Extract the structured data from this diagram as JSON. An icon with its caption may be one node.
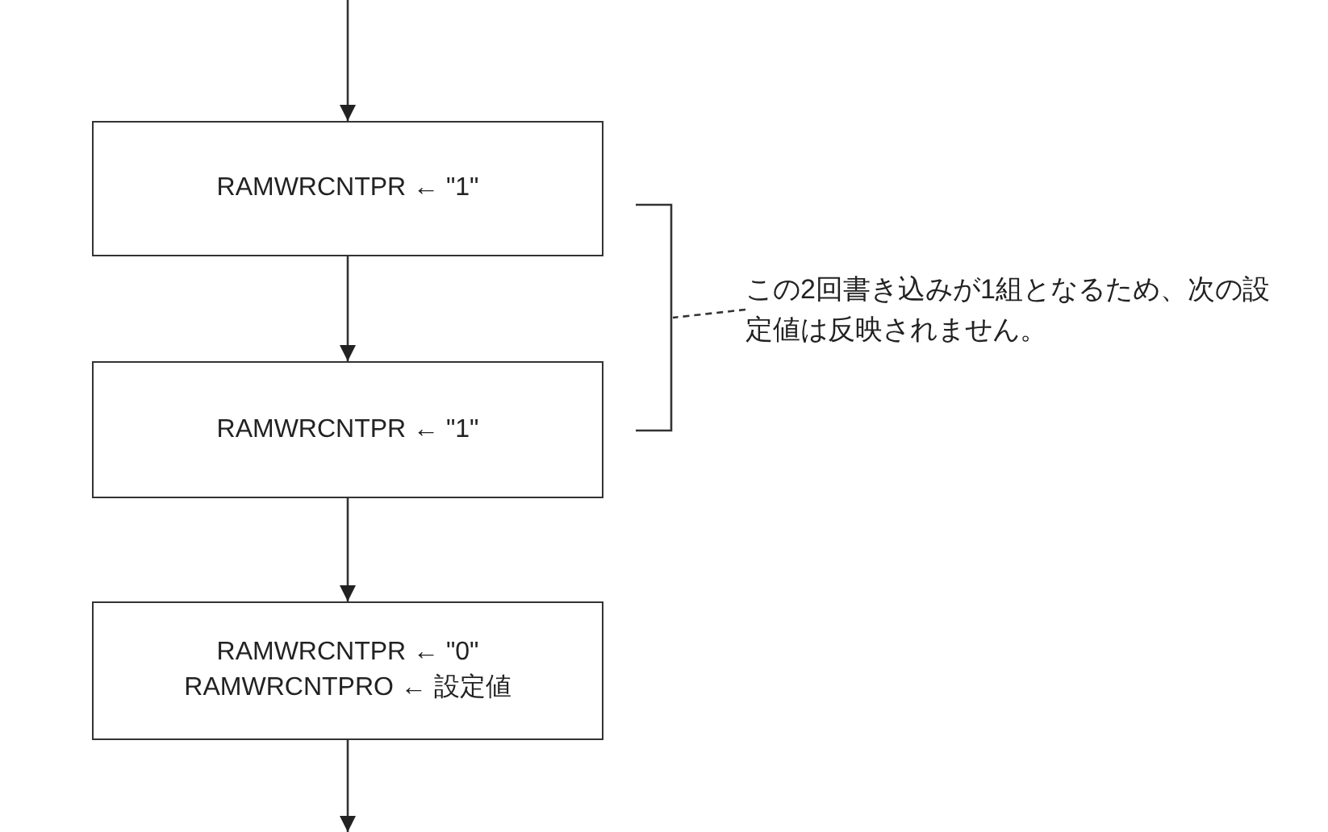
{
  "diagram": {
    "nodes": [
      {
        "text": [
          "RAMWRCNTPR ← \"1\""
        ]
      },
      {
        "text": [
          "RAMWRCNTPR ← \"1\""
        ]
      },
      {
        "text": [
          "RAMWRCNTPR ← \"0\"",
          "RAMWRCNTPRO ← 設定値"
        ]
      },
      {
        "text": [
          "この2回書き込みが1組となるため、次の設定値は反映されません。"
        ]
      },
      {
        "text": [],
        "shape": "bracket"
      }
    ],
    "edges": [
      {
        "from": null,
        "to": 0,
        "arrow": "to"
      },
      {
        "from": 0,
        "to": 1,
        "arrow": "to"
      },
      {
        "from": 1,
        "to": 2,
        "arrow": "to"
      },
      {
        "from": 2,
        "to": null,
        "arrow": "to"
      },
      {
        "from": 3,
        "to": 4,
        "arrow": "none",
        "style": "dashed"
      }
    ]
  }
}
